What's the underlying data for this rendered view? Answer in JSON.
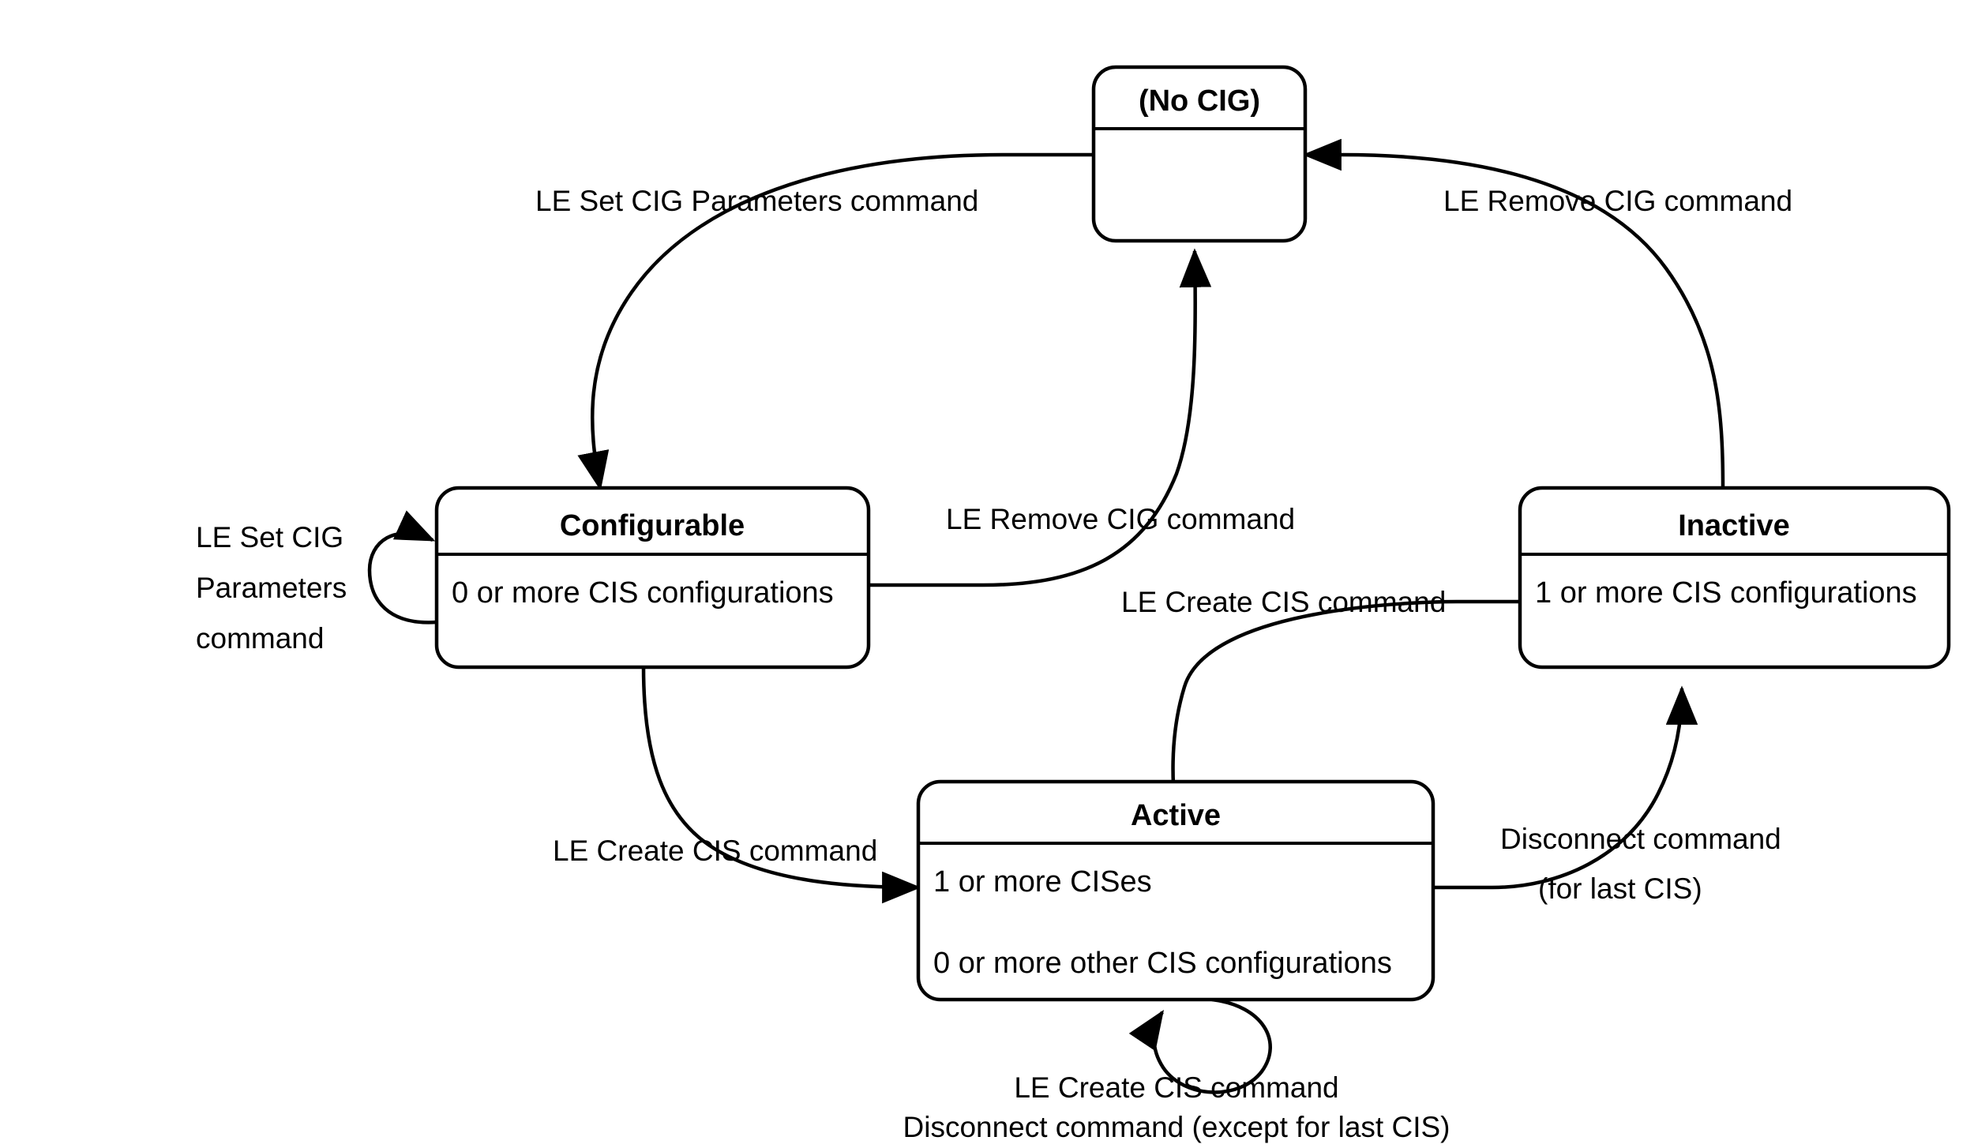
{
  "diagram": {
    "title": "CIG state machine",
    "background_color": "#ffffff",
    "stroke_color": "#000000"
  },
  "states": [
    {
      "id": "no-cig",
      "title": "(No CIG)",
      "body": []
    },
    {
      "id": "configurable",
      "title": "Configurable",
      "body": [
        "0 or more CIS configurations"
      ]
    },
    {
      "id": "inactive",
      "title": "Inactive",
      "body": [
        "1 or more CIS configurations"
      ]
    },
    {
      "id": "active",
      "title": "Active",
      "body": [
        "1 or more CISes",
        "0 or more other CIS configurations"
      ]
    }
  ],
  "transitions": [
    {
      "id": "no-cig-to-configurable",
      "from": "no-cig",
      "to": "configurable",
      "label_lines": [
        "LE Set CIG Parameters command"
      ]
    },
    {
      "id": "inactive-to-no-cig",
      "from": "inactive",
      "to": "no-cig",
      "label_lines": [
        "LE Remove CIG command"
      ]
    },
    {
      "id": "configurable-to-no-cig",
      "from": "configurable",
      "to": "no-cig",
      "label_lines": [
        "LE Remove CIG command"
      ]
    },
    {
      "id": "configurable-self-loop",
      "from": "configurable",
      "to": "configurable",
      "label_lines": [
        "LE Set CIG",
        "Parameters",
        "command"
      ]
    },
    {
      "id": "configurable-to-active",
      "from": "configurable",
      "to": "active",
      "label_lines": [
        "LE Create CIS command"
      ]
    },
    {
      "id": "inactive-to-active",
      "from": "inactive",
      "to": "active",
      "label_lines": [
        "LE Create CIS command"
      ]
    },
    {
      "id": "active-to-inactive",
      "from": "active",
      "to": "inactive",
      "label_lines": [
        "Disconnect command",
        "(for last CIS)"
      ]
    },
    {
      "id": "active-self-loop",
      "from": "active",
      "to": "active",
      "label_lines": [
        "LE Create CIS command",
        "Disconnect command (except for last CIS)"
      ]
    }
  ],
  "labels": {
    "no_cig_title": "(No CIG)",
    "configurable_title": "Configurable",
    "configurable_body_1": "0 or more CIS configurations",
    "inactive_title": "Inactive",
    "inactive_body_1": "1 or more CIS configurations",
    "active_title": "Active",
    "active_body_1": "1 or more CISes",
    "active_body_2": "0 or more other CIS configurations",
    "edge_set_cig_params": "LE Set CIG Parameters command",
    "edge_remove_cig_right": "LE Remove CIG command",
    "edge_remove_cig_mid": "LE Remove CIG command",
    "edge_self_cfg_l1": "LE Set CIG",
    "edge_self_cfg_l2": "Parameters",
    "edge_self_cfg_l3": "command",
    "edge_create_cis_mid": "LE Create CIS command",
    "edge_create_cis_left": "LE Create CIS command",
    "edge_disconnect_l1": "Disconnect command",
    "edge_disconnect_l2": "(for last CIS)",
    "edge_self_active_l1": "LE Create CIS command",
    "edge_self_active_l2": "Disconnect command (except for last CIS)"
  }
}
